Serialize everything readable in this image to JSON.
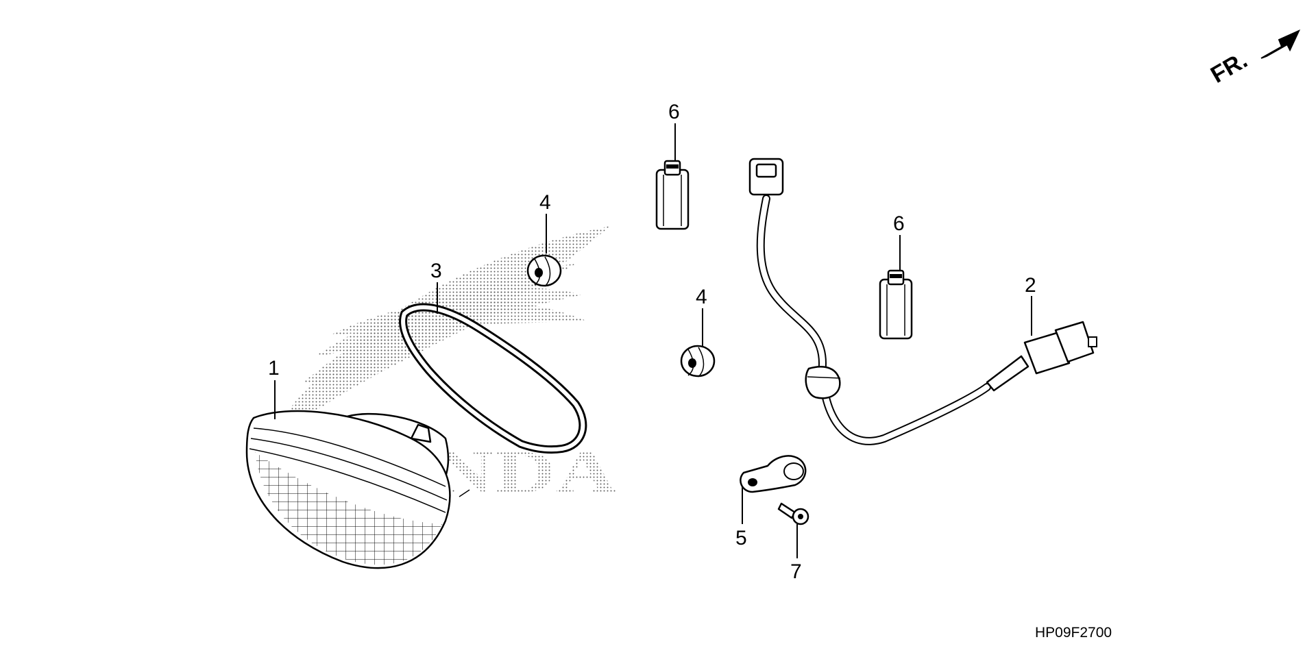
{
  "diagram": {
    "drawing_code": "HP09F2700",
    "direction_label": "FR.",
    "logo_text": "HONDA",
    "callouts": [
      {
        "number": "1",
        "part": "taillight-lens"
      },
      {
        "number": "2",
        "part": "taillight-wire-harness"
      },
      {
        "number": "3",
        "part": "lens-gasket"
      },
      {
        "number": "4",
        "part": "grommet-upper"
      },
      {
        "number": "4",
        "part": "grommet-lower"
      },
      {
        "number": "5",
        "part": "harness-clamp"
      },
      {
        "number": "6",
        "part": "bulb-socket-left"
      },
      {
        "number": "6",
        "part": "bulb-socket-right"
      },
      {
        "number": "7",
        "part": "screw"
      }
    ]
  }
}
